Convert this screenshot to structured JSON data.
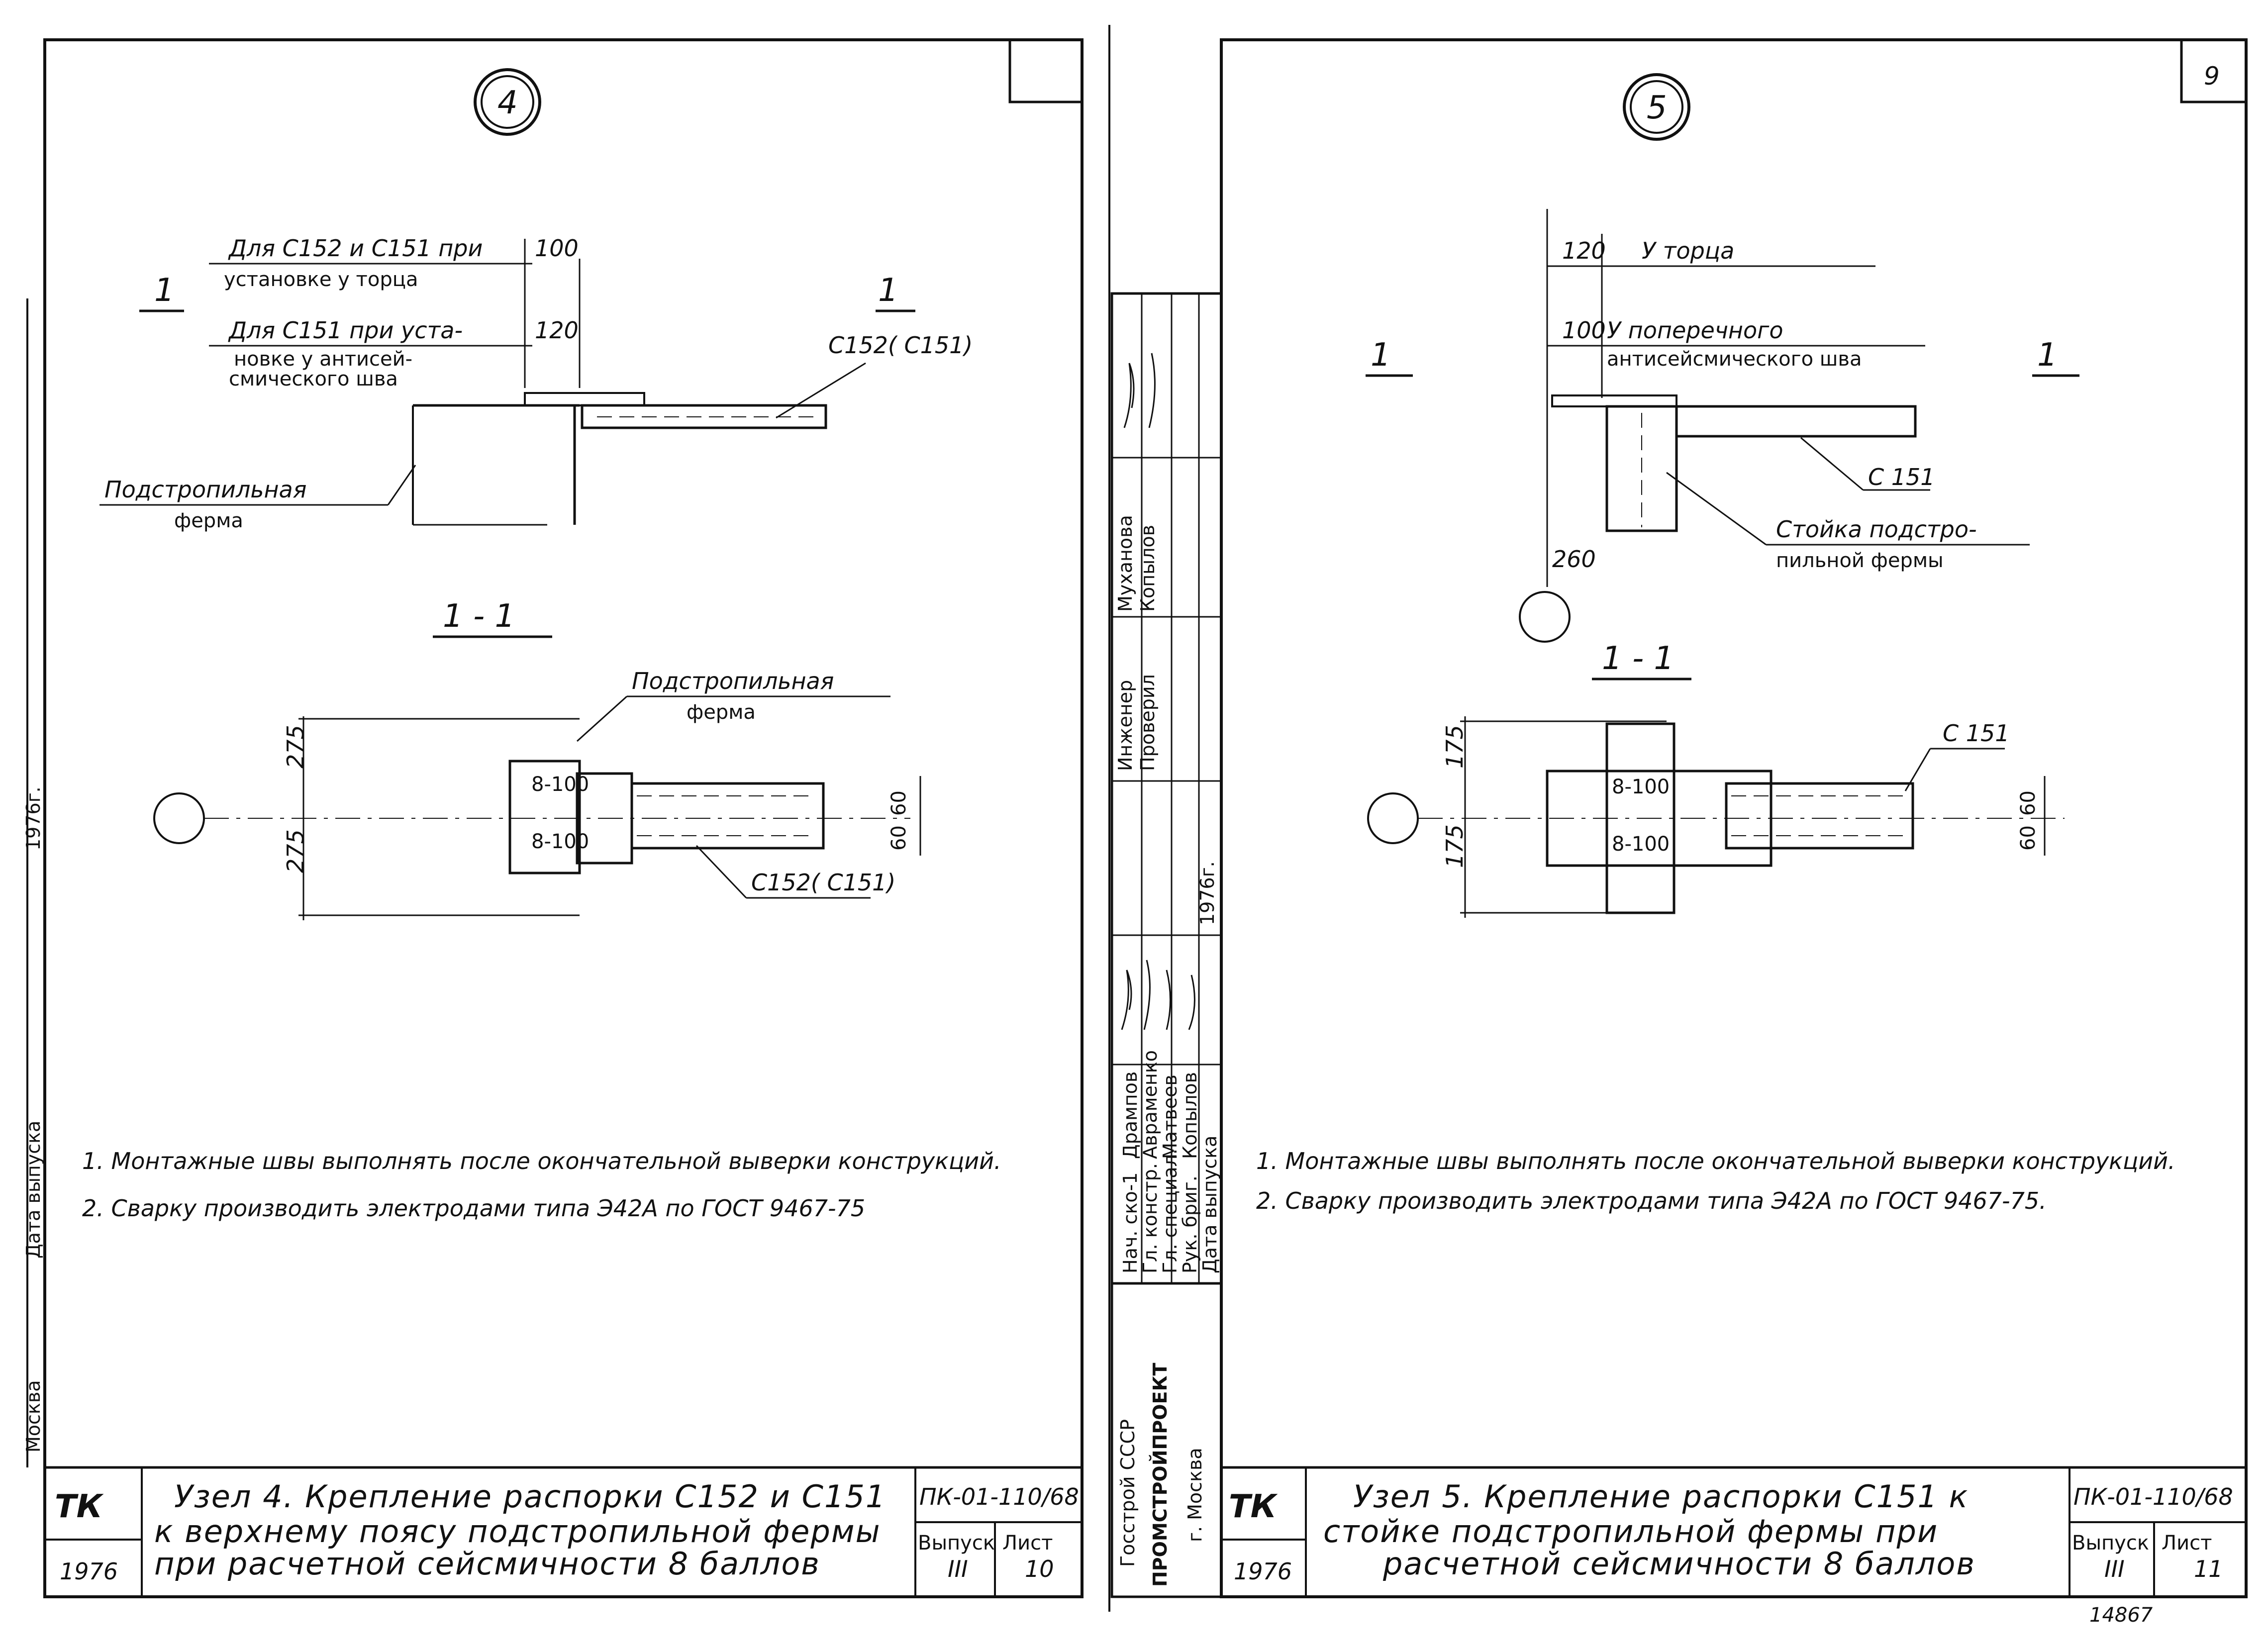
{
  "left_sheet": {
    "node_number": "4",
    "corner_sheet": "",
    "callout_top_1": "Для С152 и С151 при",
    "callout_top_2": "установке у торца",
    "callout_mid_1": "Для С151 при уста-",
    "callout_mid_2": "новке у антисей-",
    "callout_mid_3": "смического шва",
    "dim_100": "100",
    "dim_120": "120",
    "section_mark": "1",
    "label_c152": "С152( С151)",
    "label_truss_1": "Подстропильная",
    "label_truss_2": "ферма",
    "section_title": "1 - 1",
    "section_truss_1": "Подстропильная",
    "section_truss_2": "ферма",
    "dim_275": "275",
    "weld_8_100": "8-100",
    "dim_60": "60",
    "label_c152_b": "С152( С151)",
    "note_1": "1. Монтажные швы выполнять после окончательной выверки конструкций.",
    "note_2": "2. Сварку производить электродами типа Э42А по ГОСТ 9467-75",
    "title_1": "Узел 4. Крепление распорки С152 и С151",
    "title_2": "к верхнему поясу подстропильной фермы",
    "title_3": "при расчетной сейсмичности 8 баллов",
    "code": "ПК-01-110/68",
    "issue_label": "Выпуск",
    "issue_value": "III",
    "sheet_label": "Лист",
    "sheet_value": "10",
    "logo": "ТК",
    "year": "1976",
    "side_date_label": "Дата выпуска",
    "side_year": "1976г.",
    "side_city": "Москва"
  },
  "right_sheet": {
    "node_number": "5",
    "corner_sheet": "9",
    "dim_120": "120",
    "label_torec": "У торца",
    "dim_100": "100",
    "label_shov_1": "У поперечного",
    "label_shov_2": "антисейсмического шва",
    "section_mark": "1",
    "label_c151": "С 151",
    "label_post_1": "Стойка подстро-",
    "label_post_2": "пильной фермы",
    "dim_260": "260",
    "section_title": "1 - 1",
    "label_c151_b": "С 151",
    "dim_175": "175",
    "weld_8_100": "8-100",
    "dim_60": "60",
    "note_1": "1. Монтажные швы выполнять после окончательной выверки конструкций.",
    "note_2": "2. Сварку производить электродами типа Э42А по ГОСТ 9467-75.",
    "title_1": "Узел 5. Крепление распорки С151 к",
    "title_2": "стойке подстропильной фермы при",
    "title_3": "расчетной сейсмичности 8 баллов",
    "code": "ПК-01-110/68",
    "issue_label": "Выпуск",
    "issue_value": "III",
    "sheet_label": "Лист",
    "sheet_value": "11",
    "logo": "ТК",
    "year": "1976",
    "stamp_number": "14867"
  },
  "title_block": {
    "org_1": "Госстрой СССР",
    "org_2": "ПРОМСТРОЙПРОЕКТ",
    "org_3": "г. Москва",
    "roles": [
      "Нач. ско-1",
      "Гл. констр.",
      "Гл. специал.",
      "Рук. бриг.",
      "Дата выпуска"
    ],
    "names": [
      "Дрампов",
      "Авраменко",
      "Матвеев",
      "Копылов",
      ""
    ],
    "role_b": [
      "Инженер",
      "Проверил"
    ],
    "names_b": [
      "Муханова",
      "Копылов"
    ],
    "date": "1976г."
  }
}
